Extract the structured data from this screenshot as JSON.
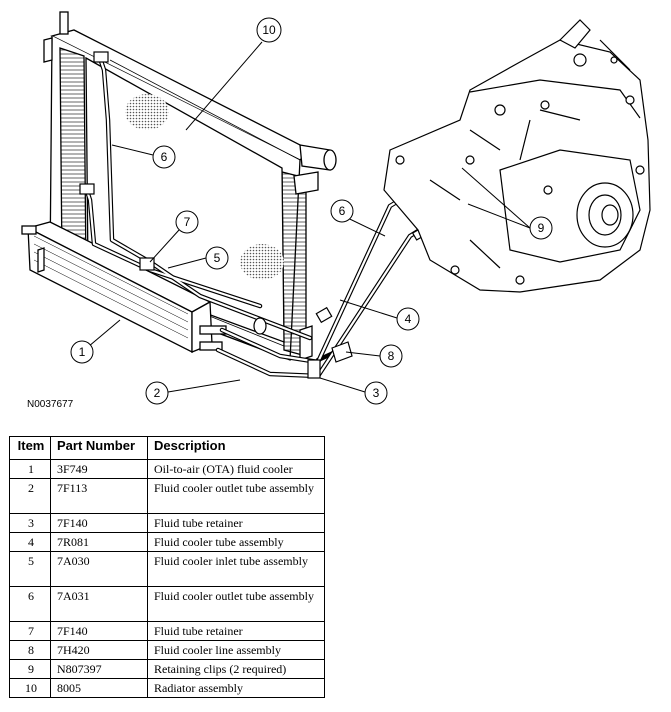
{
  "figure": {
    "id_label": "N0037677",
    "callouts": [
      "1",
      "2",
      "3",
      "4",
      "5",
      "6",
      "6",
      "7",
      "8",
      "9",
      "10"
    ]
  },
  "table": {
    "headers": {
      "item": "Item",
      "part": "Part Number",
      "desc": "Description"
    },
    "rows": [
      {
        "item": "1",
        "part": "3F749",
        "desc": "Oil-to-air (OTA) fluid cooler"
      },
      {
        "item": "2",
        "part": "7F113",
        "desc": "Fluid cooler outlet tube assembly"
      },
      {
        "item": "3",
        "part": "7F140",
        "desc": "Fluid tube retainer"
      },
      {
        "item": "4",
        "part": "7R081",
        "desc": "Fluid cooler tube assembly"
      },
      {
        "item": "5",
        "part": "7A030",
        "desc": "Fluid cooler inlet tube assembly"
      },
      {
        "item": "6",
        "part": "7A031",
        "desc": "Fluid cooler outlet tube assembly"
      },
      {
        "item": "7",
        "part": "7F140",
        "desc": "Fluid tube retainer"
      },
      {
        "item": "8",
        "part": "7H420",
        "desc": "Fluid cooler line assembly"
      },
      {
        "item": "9",
        "part": "N807397",
        "desc": "Retaining clips (2 required)"
      },
      {
        "item": "10",
        "part": "8005",
        "desc": "Radiator assembly"
      }
    ]
  }
}
